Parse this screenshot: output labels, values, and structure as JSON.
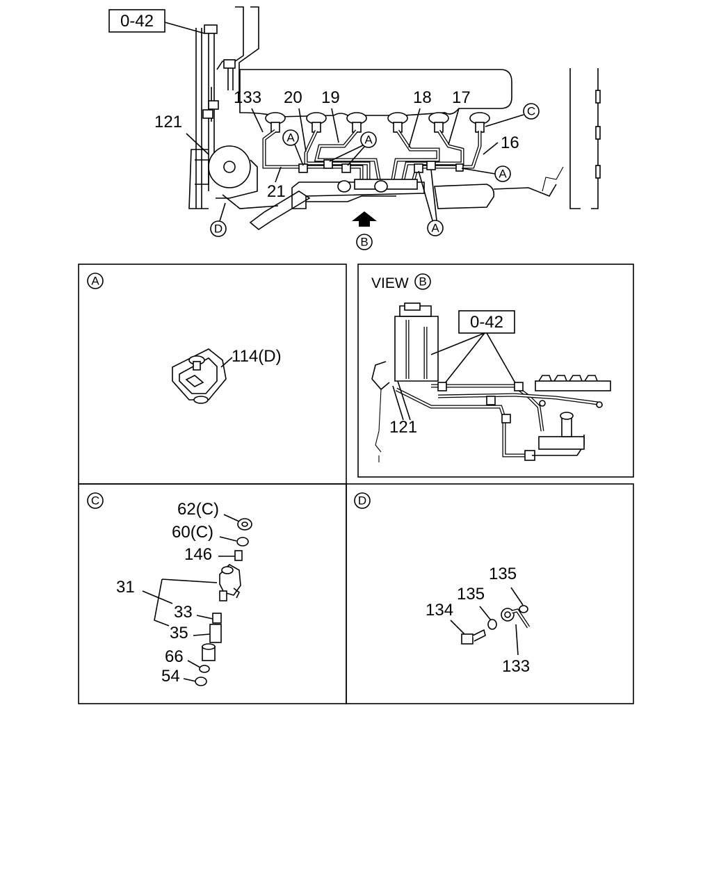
{
  "main_diagram": {
    "ref_box": "0-42",
    "labels": {
      "l121": "121",
      "l133": "133",
      "l20": "20",
      "l19": "19",
      "l18": "18",
      "l17": "17",
      "l16": "16",
      "l21": "21"
    },
    "callouts": {
      "a1": "A",
      "a2": "A",
      "a3": "A",
      "a4": "A",
      "c": "C",
      "d": "D",
      "b": "B"
    }
  },
  "panel_a": {
    "letter": "A",
    "part_label": "114(D)"
  },
  "panel_b": {
    "title": "VIEW",
    "letter": "B",
    "ref_box": "0-42",
    "part_label": "121"
  },
  "panel_c": {
    "letter": "C",
    "labels": {
      "l62": "62(C)",
      "l60": "60(C)",
      "l146": "146",
      "l31": "31",
      "l33": "33",
      "l35": "35",
      "l66": "66",
      "l54": "54"
    }
  },
  "panel_d": {
    "letter": "D",
    "labels": {
      "l135a": "135",
      "l135b": "135",
      "l134": "134",
      "l133": "133"
    }
  }
}
